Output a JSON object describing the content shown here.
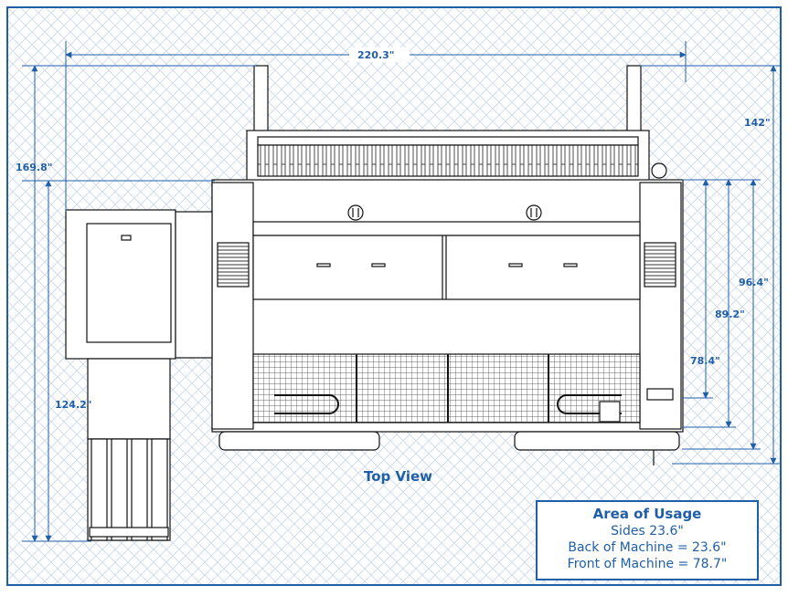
{
  "dimensions": {
    "width_total": "220.3\"",
    "depth_left_total": "169.8\"",
    "depth_left_machine": "124.2\"",
    "depth_right_total": "142\"",
    "depth_right_a": "96.4\"",
    "depth_right_b": "89.2\"",
    "depth_right_c": "78.4\""
  },
  "view_title": "Top View",
  "legend": {
    "title": "Area of Usage",
    "lines": [
      "Sides 23.6\"",
      "Back of Machine = 23.6\"",
      "Front of Machine = 78.7\""
    ]
  },
  "colors": {
    "accent": "#1f5fa8",
    "hatch": "#c9d6ea",
    "line": "#111111"
  }
}
